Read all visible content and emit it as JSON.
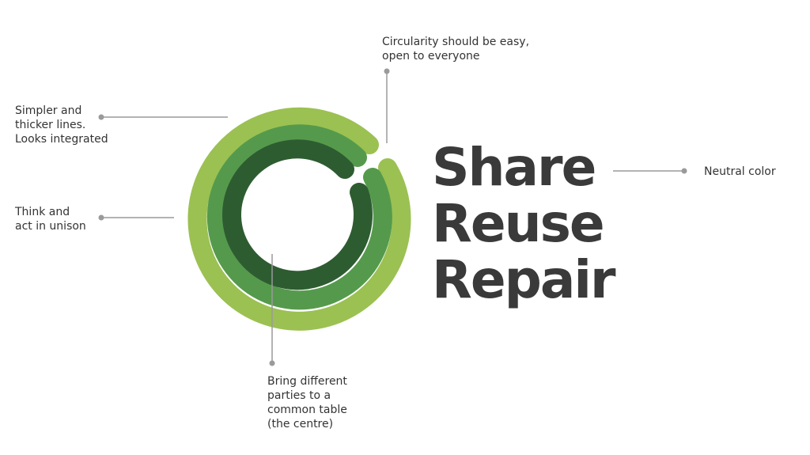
{
  "annotations": {
    "top": "Circularity should be easy,\nopen to everyone",
    "left_upper": "Simpler and\nthicker lines.\nLooks integrated",
    "left_lower": "Think and\nact in unison",
    "bottom": "Bring different\nparties to a\ncommon table\n(the centre)",
    "right": "Neutral color"
  },
  "wordmark": {
    "line1": "Share",
    "line2": "Reuse",
    "line3": "Repair"
  },
  "colors": {
    "outer_ring": "#9bc152",
    "middle_ring": "#559a4c",
    "inner_ring": "#2e5c31",
    "text": "#3a3a3a",
    "connector": "#9a9a9a"
  }
}
